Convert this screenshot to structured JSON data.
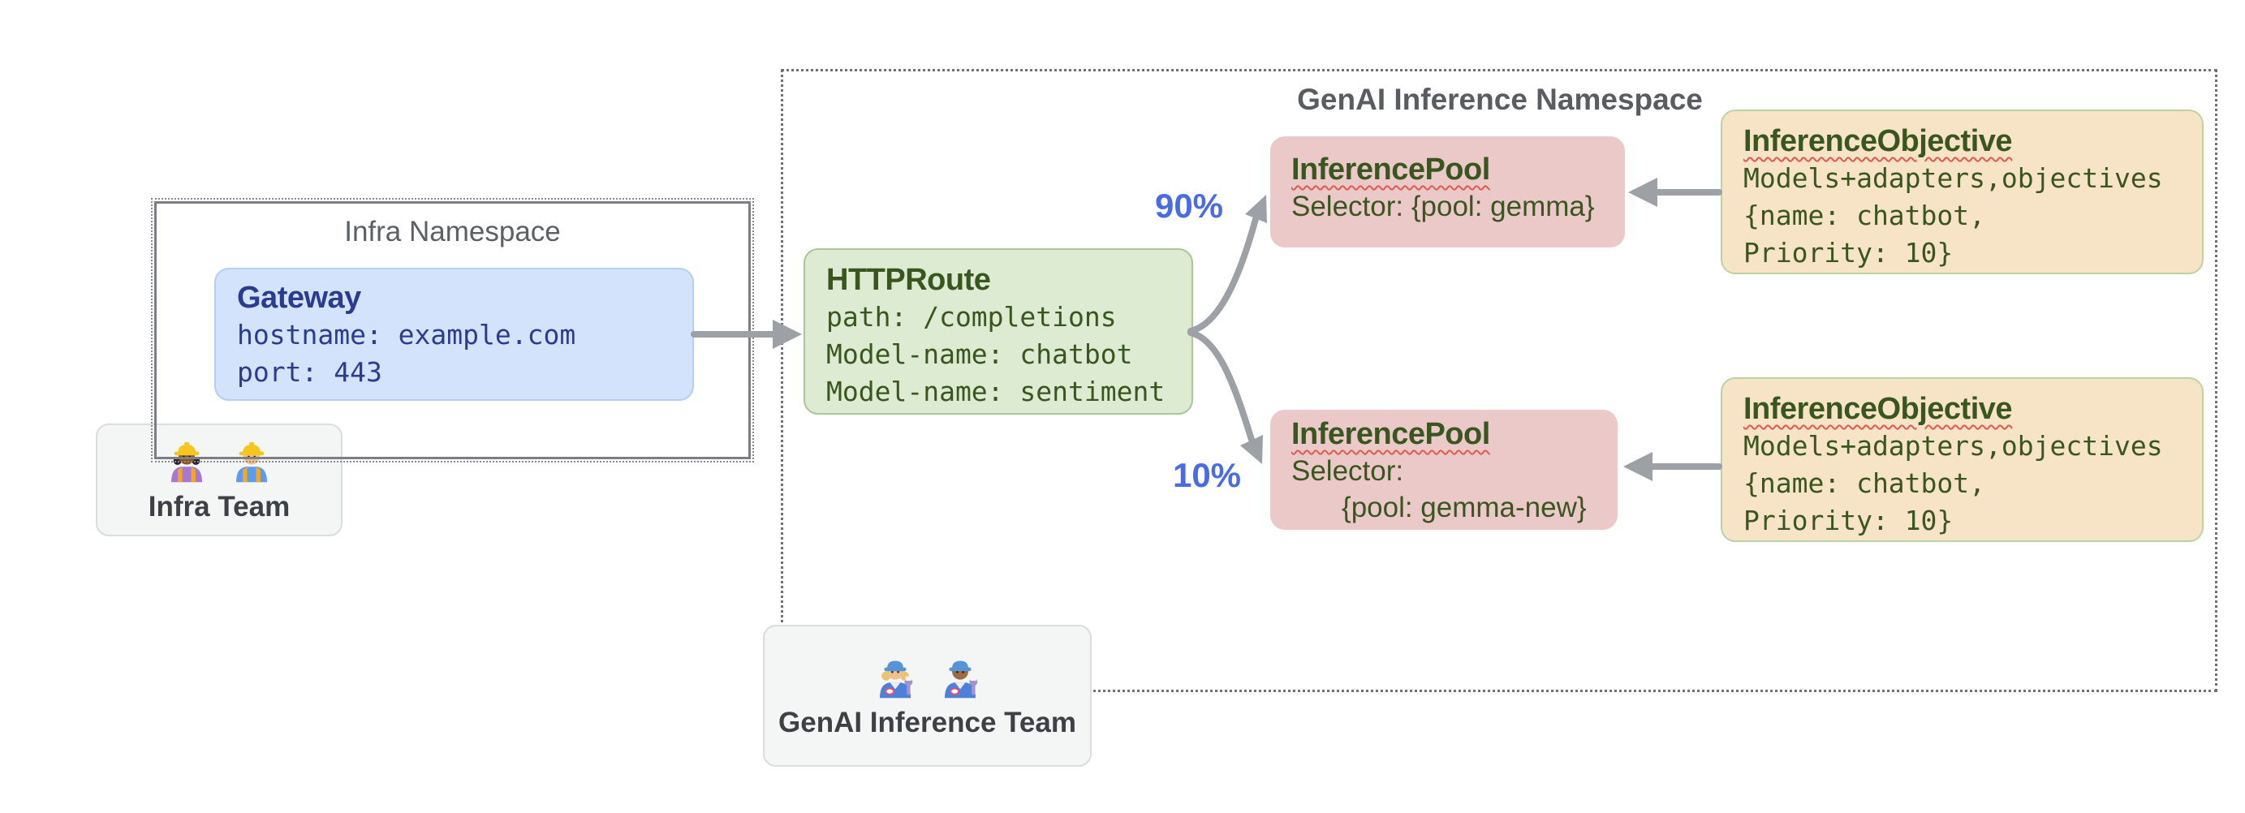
{
  "colors": {
    "accent_blue": "#4a6ce3",
    "gateway_bg": "#d3e3fc",
    "httproute_bg": "#dcebd2",
    "pool_bg": "#ecc9c9",
    "objective_bg": "#f7e4c6",
    "team_bg": "#f4f5f5",
    "arrow_gray": "#9da0a4",
    "green_text": "#3a561f",
    "navy_text": "#2c3b92",
    "namespace_gray": "#5c5f63"
  },
  "infra_namespace": {
    "title": "Infra Namespace",
    "gateway": {
      "title": "Gateway",
      "lines": [
        "hostname: example.com",
        "port: 443"
      ]
    }
  },
  "infra_team": {
    "label": "Infra Team",
    "icons": [
      "woman-construction-worker-icon",
      "man-construction-worker-icon"
    ]
  },
  "genai_namespace": {
    "title": "GenAI Inference Namespace",
    "httproute": {
      "title": "HTTPRoute",
      "lines": [
        "path: /completions",
        "Model-name: chatbot",
        "Model-name: sentiment"
      ]
    },
    "split": {
      "top_percent": "90%",
      "bottom_percent": "10%"
    },
    "pool_top": {
      "title": "InferencePool",
      "lines": [
        "Selector: {pool: gemma}"
      ]
    },
    "pool_bottom": {
      "title": "InferencePool",
      "lines": [
        "Selector:",
        "{pool: gemma-new}"
      ]
    },
    "objective_top": {
      "title": "InferenceObjective",
      "lines": [
        "Models+adapters,objectives",
        "{name: chatbot,",
        "Priority: 10}"
      ]
    },
    "objective_bottom": {
      "title": "InferenceObjective",
      "lines": [
        "Models+adapters,objectives",
        "{name: chatbot,",
        "Priority: 10}"
      ]
    }
  },
  "genai_team": {
    "label": "GenAI Inference Team",
    "icons": [
      "woman-mechanic-icon",
      "man-mechanic-icon"
    ]
  }
}
